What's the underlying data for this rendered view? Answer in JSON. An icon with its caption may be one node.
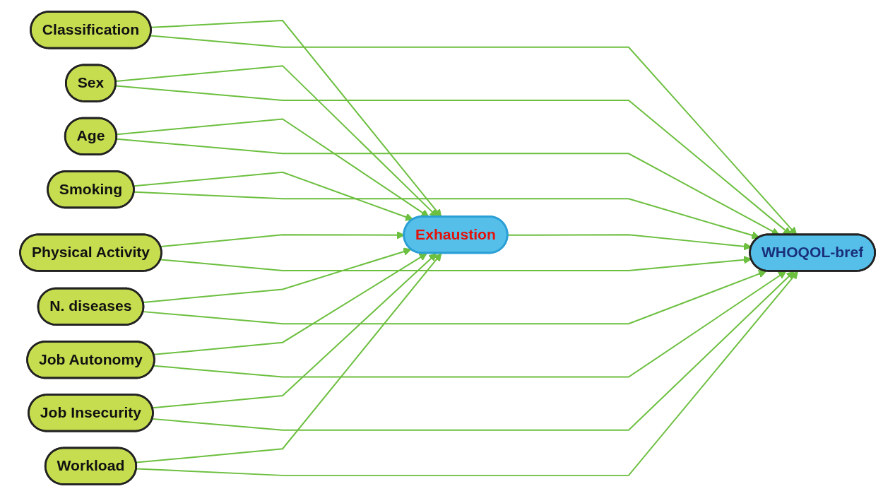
{
  "diagram": {
    "nodes": [
      {
        "text": [
          "Classification"
        ]
      },
      {
        "text": [
          "Sex"
        ]
      },
      {
        "text": [
          "Age"
        ]
      },
      {
        "text": [
          "Smoking"
        ]
      },
      {
        "text": [
          "Physical Activity"
        ]
      },
      {
        "text": [
          "N. diseases"
        ]
      },
      {
        "text": [
          "Job Autonomy"
        ]
      },
      {
        "text": [
          "Job Insecurity"
        ]
      },
      {
        "text": [
          "Workload"
        ]
      },
      {
        "text": [
          "Exhaustion"
        ]
      },
      {
        "text": [
          "WHOQOL-bref"
        ]
      }
    ],
    "edges": [
      {
        "from": 0,
        "to": 9,
        "arrow": "to"
      },
      {
        "from": 0,
        "to": 10,
        "arrow": "to"
      },
      {
        "from": 1,
        "to": 9,
        "arrow": "to"
      },
      {
        "from": 1,
        "to": 10,
        "arrow": "to"
      },
      {
        "from": 2,
        "to": 9,
        "arrow": "to"
      },
      {
        "from": 2,
        "to": 10,
        "arrow": "to"
      },
      {
        "from": 3,
        "to": 9,
        "arrow": "to"
      },
      {
        "from": 3,
        "to": 10,
        "arrow": "to"
      },
      {
        "from": 4,
        "to": 9,
        "arrow": "to"
      },
      {
        "from": 4,
        "to": 10,
        "arrow": "to"
      },
      {
        "from": 5,
        "to": 9,
        "arrow": "to"
      },
      {
        "from": 5,
        "to": 10,
        "arrow": "to"
      },
      {
        "from": 6,
        "to": 9,
        "arrow": "to"
      },
      {
        "from": 6,
        "to": 10,
        "arrow": "to"
      },
      {
        "from": 7,
        "to": 9,
        "arrow": "to"
      },
      {
        "from": 7,
        "to": 10,
        "arrow": "to"
      },
      {
        "from": 8,
        "to": 9,
        "arrow": "to"
      },
      {
        "from": 8,
        "to": 10,
        "arrow": "to"
      },
      {
        "from": 9,
        "to": 10,
        "arrow": "to"
      }
    ]
  }
}
